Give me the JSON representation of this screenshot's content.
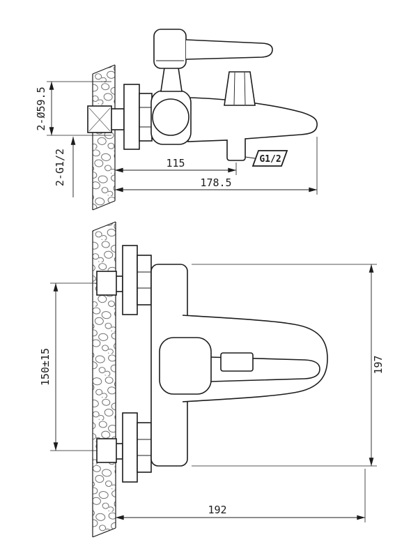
{
  "drawing": {
    "type": "technical-drawing",
    "subject": "wall-mounted bath mixer faucet, two orthographic views",
    "line_color": "#1c1c1c",
    "background": "#ffffff"
  },
  "side_view": {
    "name": "side view (upper)",
    "dim_flange_diameter": "2-Ø59.5",
    "dim_inlet_thread": "2-G1/2",
    "dim_outlet_thread": "G1/2",
    "dim_wall_to_outlet": "115",
    "dim_wall_to_spout_tip": "178.5"
  },
  "front_view": {
    "name": "front view (lower)",
    "dim_inlet_spacing": "150±15",
    "dim_overall_height": "197",
    "dim_overall_length": "192"
  }
}
